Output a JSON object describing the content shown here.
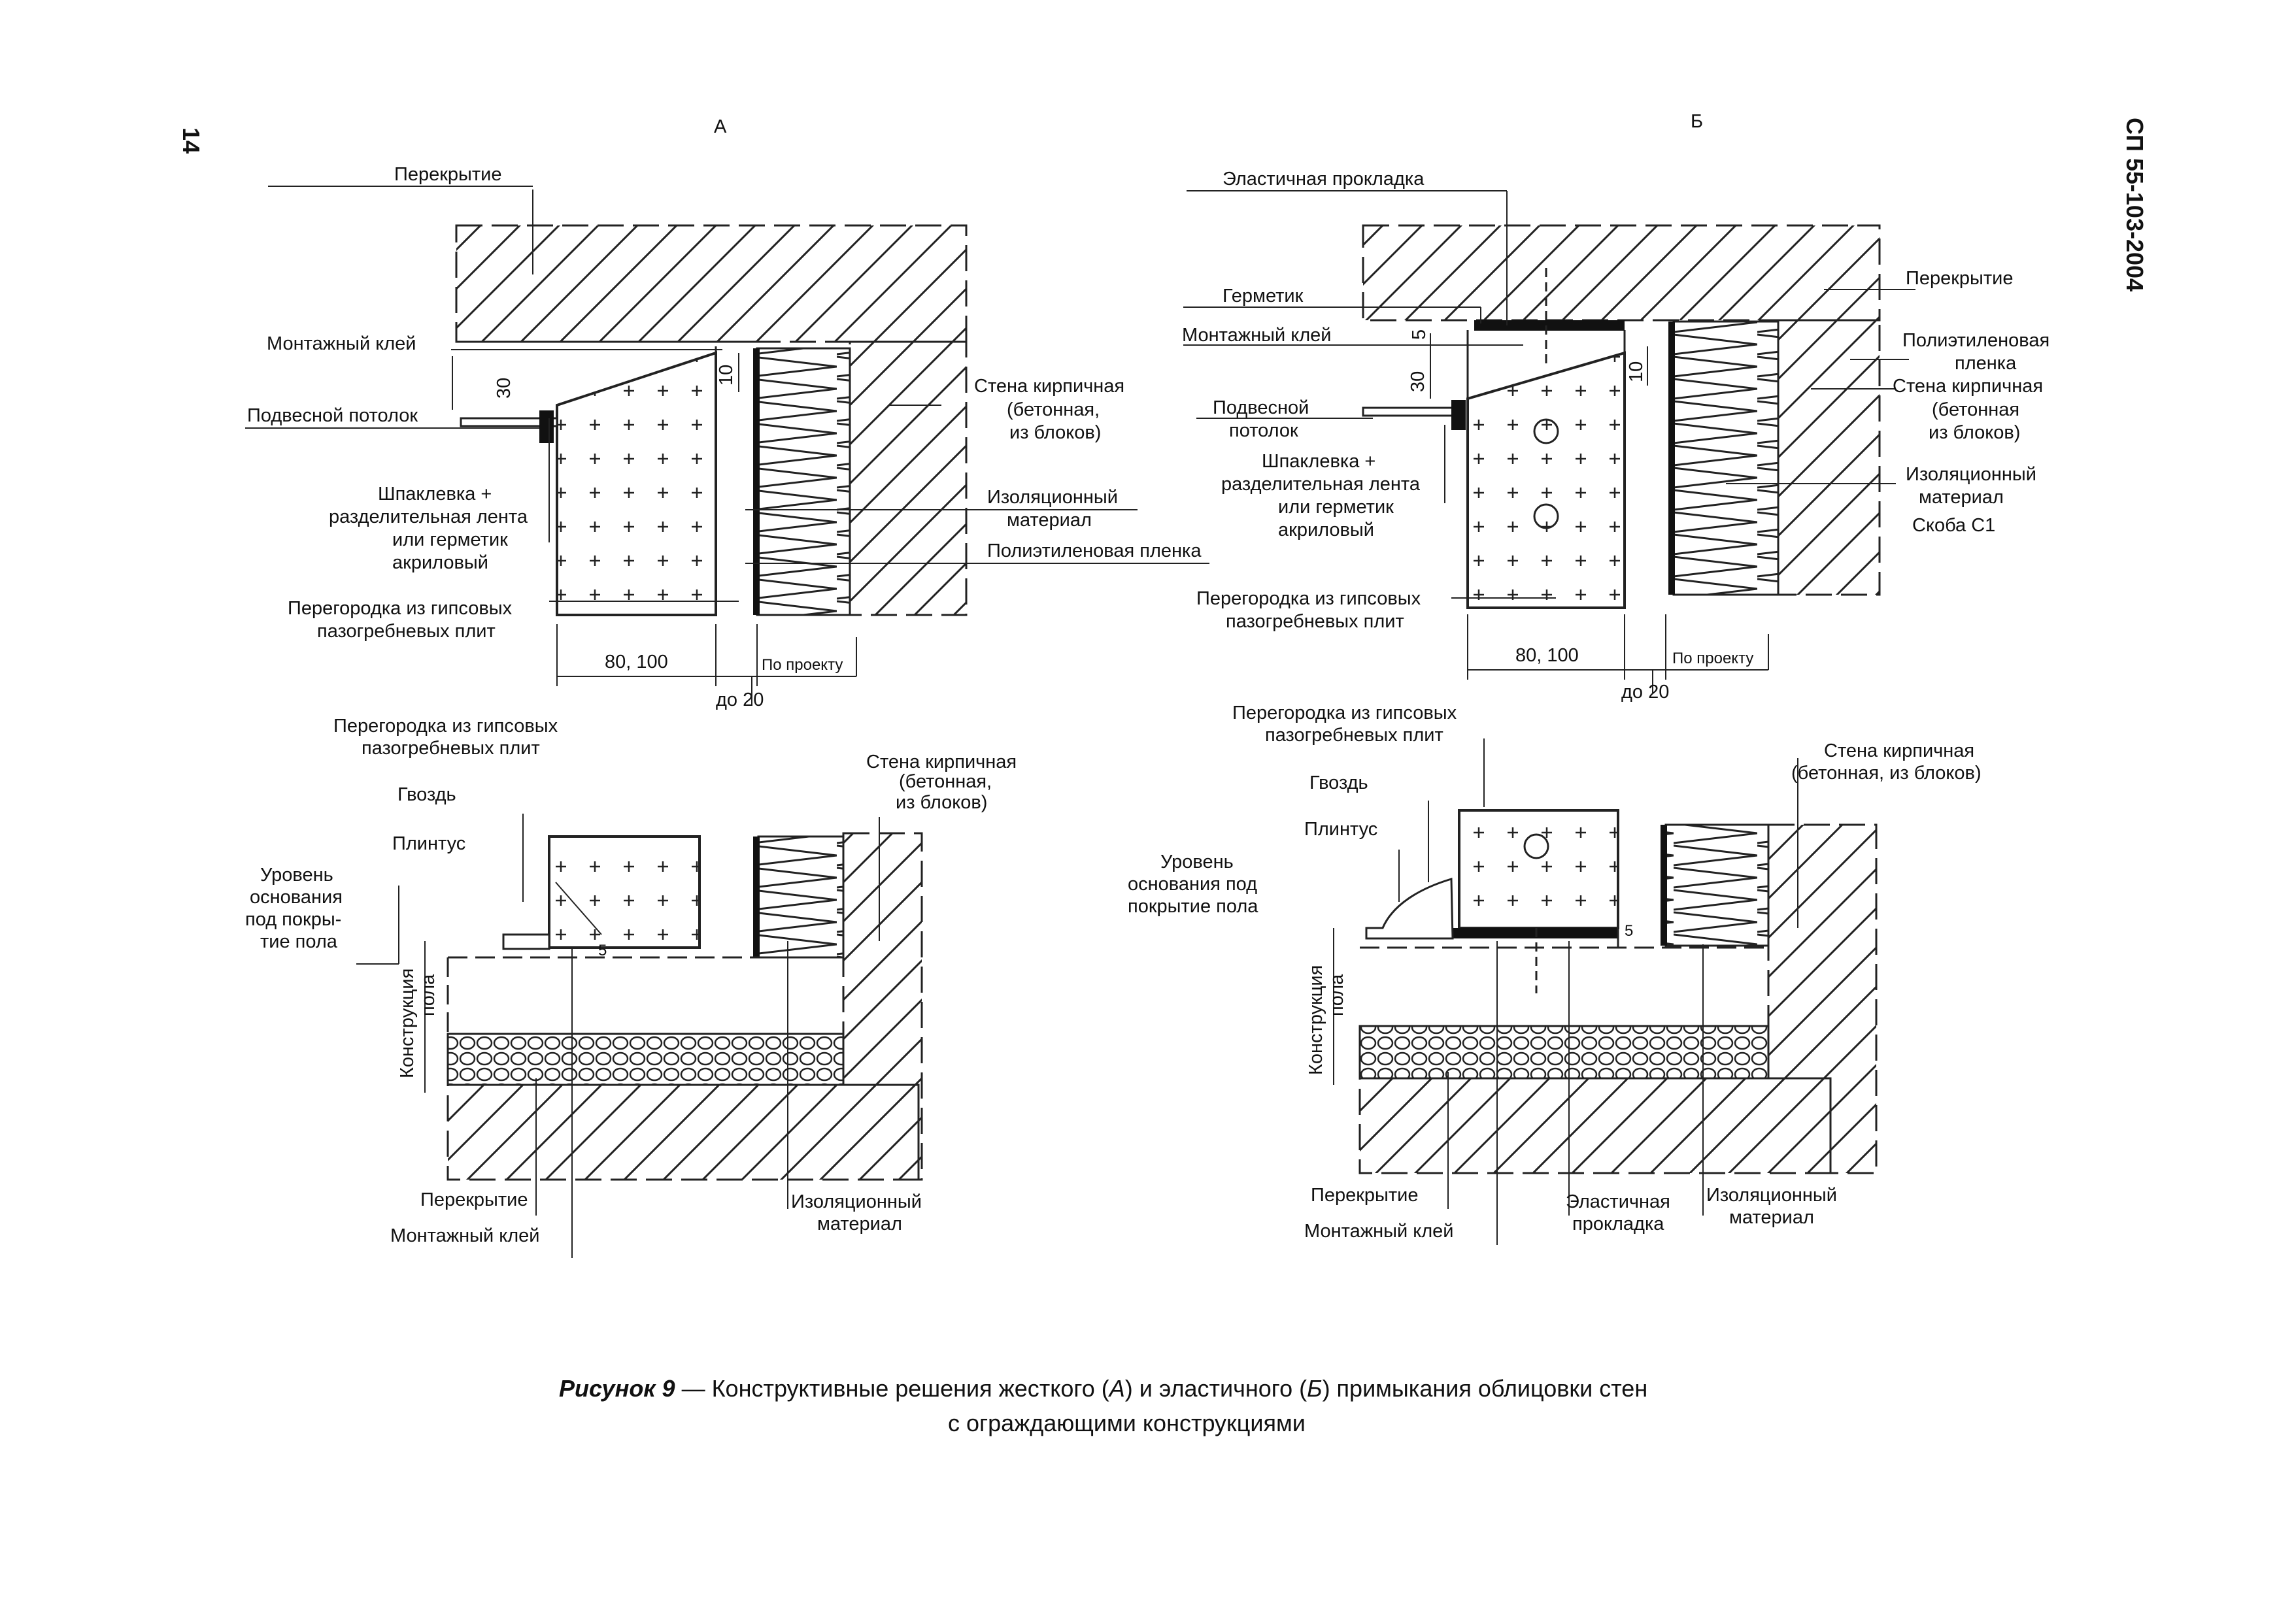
{
  "page_number": "14",
  "document_code": "СП 55-103-2004",
  "panel_a": {
    "letter": "А"
  },
  "panel_b": {
    "letter": "Б"
  },
  "labels_a_top": {
    "slab": "Перекрытие",
    "adhesive": "Монтажный клей",
    "ceiling": "Подвесной потолок",
    "putty_1": "Шпаклевка +",
    "putty_2": "разделительная лента",
    "putty_3": "или герметик",
    "putty_4": "акриловый",
    "partition_1": "Перегородка из гипсовых",
    "partition_2": "пазогребневых плит",
    "wall_1": "Стена кирпичная",
    "wall_2": "(бетонная,",
    "wall_3": "из блоков)",
    "insulation_1": "Изоляционный",
    "insulation_2": "материал",
    "film": "Полиэтиленовая пленка",
    "dim_30": "30",
    "dim_10": "10",
    "dim_80_100": "80, 100",
    "dim_project": "По проекту",
    "dim_to20": "до 20"
  },
  "labels_a_bottom": {
    "partition_1": "Перегородка из гипсовых",
    "partition_2": "пазогребневых плит",
    "nail": "Гвоздь",
    "plinth": "Плинтус",
    "level_1": "Уровень",
    "level_2": "основания",
    "level_3": "под покры-",
    "level_4": "тие пола",
    "floor_1": "Конструкция",
    "floor_2": "пола",
    "wall_1": "Стена кирпичная",
    "wall_2": "(бетонная,",
    "wall_3": "из блоков)",
    "slab": "Перекрытие",
    "adhesive": "Монтажный клей",
    "insulation_1": "Изоляционный",
    "insulation_2": "материал",
    "dim_5": "5"
  },
  "labels_b_top": {
    "elastic": "Эластичная прокладка",
    "sealant": "Герметик",
    "adhesive": "Монтажный клей",
    "ceiling_1": "Подвесной",
    "ceiling_2": "потолок",
    "putty_1": "Шпаклевка +",
    "putty_2": "разделительная лента",
    "putty_3": "или герметик",
    "putty_4": "акриловый",
    "partition_1": "Перегородка из гипсовых",
    "partition_2": "пазогребневых плит",
    "slab": "Перекрытие",
    "film_1": "Полиэтиленовая",
    "film_2": "пленка",
    "wall_1": "Стена кирпичная",
    "wall_2": "(бетонная",
    "wall_3": "из блоков)",
    "insulation_1": "Изоляционный",
    "insulation_2": "материал",
    "bracket": "Скоба С1",
    "dim_5": "5",
    "dim_30": "30",
    "dim_10": "10",
    "dim_80_100": "80, 100",
    "dim_project": "По проекту",
    "dim_to20": "до 20"
  },
  "labels_b_bottom": {
    "partition_1": "Перегородка из гипсовых",
    "partition_2": "пазогребневых плит",
    "nail": "Гвоздь",
    "plinth": "Плинтус",
    "level_1": "Уровень",
    "level_2": "основания под",
    "level_3": "покрытие пола",
    "floor_1": "Конструкция",
    "floor_2": "пола",
    "wall_1": "Стена кирпичная",
    "wall_2": "(бетонная, из блоков)",
    "slab": "Перекрытие",
    "adhesive": "Монтажный клей",
    "elastic_1": "Эластичная",
    "elastic_2": "прокладка",
    "insulation_1": "Изоляционный",
    "insulation_2": "материал",
    "dim_5": "5"
  },
  "caption": {
    "prefix": "Рисунок 9",
    "line1_a": " — Конструктивные решения жесткого (",
    "letter_a": "А",
    "line1_b": ") и эластичного (",
    "letter_b": "Б",
    "line1_c": ") примыкания облицовки стен",
    "line2": "с ограждающими конструкциями"
  }
}
